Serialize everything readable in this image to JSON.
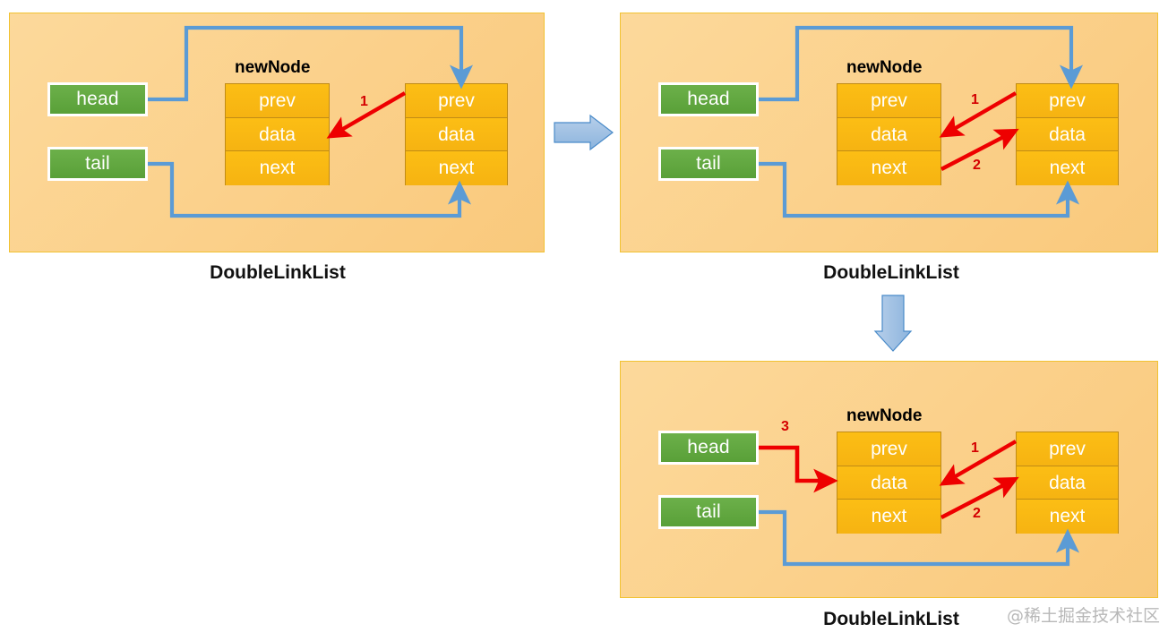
{
  "diagram": {
    "title": "DoubleLinkList insertion at head (3 steps)",
    "colors": {
      "panel_fill": "#fbd38d",
      "panel_border": "#f1c232",
      "node_fill": "#f8b71a",
      "node_border": "#c08b16",
      "pointer_fill": "#5aa73c",
      "blue_link": "#5b9bd5",
      "red_step": "#ee0000",
      "step_label": "#d40000",
      "text_white": "#ffffff",
      "watermark": "#b8b8b8"
    },
    "flow_arrows": [
      {
        "name": "panel1-to-panel2",
        "direction": "right"
      },
      {
        "name": "panel2-to-panel3",
        "direction": "down"
      }
    ],
    "watermark": "@稀土掘金技术社区",
    "node_field_labels": [
      "prev",
      "data",
      "next"
    ],
    "panels": [
      {
        "id": "panel-1",
        "caption": "DoubleLinkList",
        "newnode_label": "newNode",
        "pointers": [
          {
            "name": "head",
            "label": "head",
            "link_color": "blue"
          },
          {
            "name": "tail",
            "label": "tail",
            "link_color": "blue"
          }
        ],
        "new_node": {
          "name": "newNode",
          "cells": [
            "prev",
            "data",
            "next"
          ]
        },
        "existing_node": {
          "name": "existingNode",
          "cells": [
            "prev",
            "data",
            "next"
          ]
        },
        "steps": [
          {
            "number": "1",
            "from": "existing-node-prev",
            "to": "newnode-data",
            "color": "red"
          }
        ]
      },
      {
        "id": "panel-2",
        "caption": "DoubleLinkList",
        "newnode_label": "newNode",
        "pointers": [
          {
            "name": "head",
            "label": "head",
            "link_color": "blue"
          },
          {
            "name": "tail",
            "label": "tail",
            "link_color": "blue"
          }
        ],
        "new_node": {
          "name": "newNode",
          "cells": [
            "prev",
            "data",
            "next"
          ]
        },
        "existing_node": {
          "name": "existingNode",
          "cells": [
            "prev",
            "data",
            "next"
          ]
        },
        "steps": [
          {
            "number": "1",
            "from": "existing-node-prev",
            "to": "newnode-data",
            "color": "red"
          },
          {
            "number": "2",
            "from": "newnode-next",
            "to": "existing-node-data",
            "color": "red"
          }
        ]
      },
      {
        "id": "panel-3",
        "caption": "DoubleLinkList",
        "newnode_label": "newNode",
        "pointers": [
          {
            "name": "head",
            "label": "head",
            "link_color": "red"
          },
          {
            "name": "tail",
            "label": "tail",
            "link_color": "blue"
          }
        ],
        "new_node": {
          "name": "newNode",
          "cells": [
            "prev",
            "data",
            "next"
          ]
        },
        "existing_node": {
          "name": "existingNode",
          "cells": [
            "prev",
            "data",
            "next"
          ]
        },
        "steps": [
          {
            "number": "1",
            "from": "existing-node-prev",
            "to": "newnode-data",
            "color": "red"
          },
          {
            "number": "2",
            "from": "newnode-next",
            "to": "existing-node-data",
            "color": "red"
          },
          {
            "number": "3",
            "from": "head",
            "to": "newnode-data",
            "color": "red"
          }
        ]
      }
    ]
  }
}
